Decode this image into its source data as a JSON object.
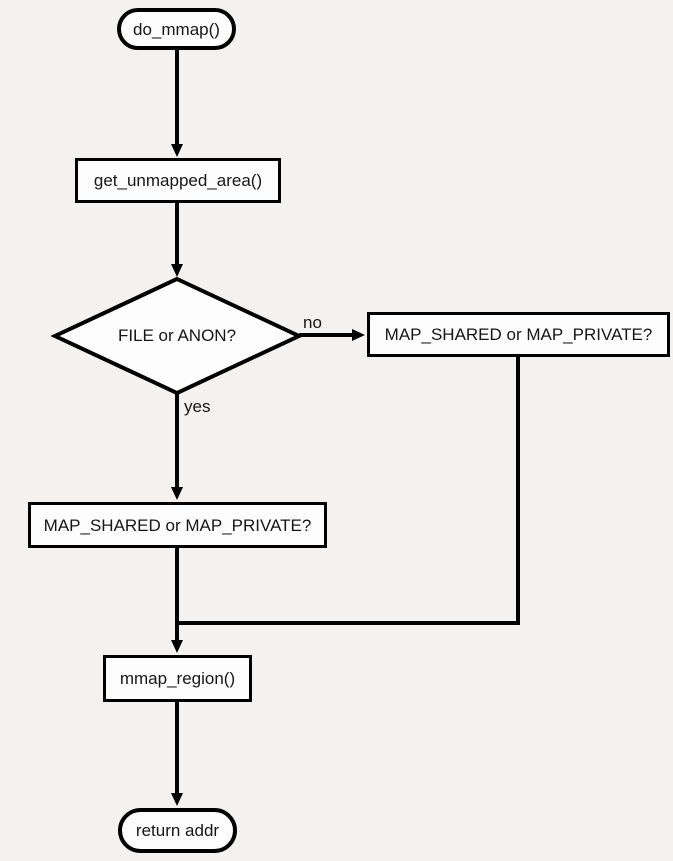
{
  "nodes": {
    "start": {
      "label": "do_mmap()"
    },
    "get_unmapped_area": {
      "label": "get_unmapped_area()"
    },
    "decision": {
      "label": "FILE or ANON?"
    },
    "branch_no": {
      "label": "MAP_SHARED or MAP_PRIVATE?"
    },
    "branch_yes": {
      "label": "MAP_SHARED or MAP_PRIVATE?"
    },
    "mmap_region": {
      "label": "mmap_region()"
    },
    "end": {
      "label": "return addr"
    }
  },
  "edge_labels": {
    "no": "no",
    "yes": "yes"
  },
  "colors": {
    "bg": "#f3f2f0",
    "node": "#fdfdfd",
    "line": "#000000",
    "text": "#161616"
  }
}
